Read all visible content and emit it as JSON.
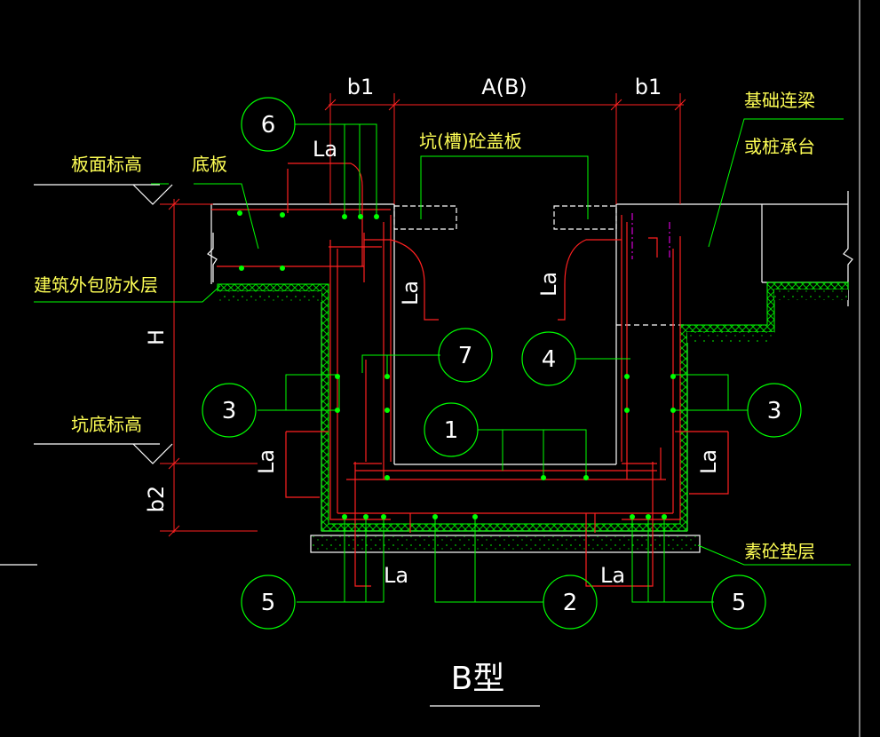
{
  "labels": {
    "b1_left": "b1",
    "a_b": "A(B)",
    "b1_right": "b1",
    "cover_plate": "坑(槽)砼盖板",
    "foundation_beam": "基础连梁",
    "pile_cap": "或桩承台",
    "slab_top_elev": "板面标高",
    "bottom_slab": "底板",
    "waterproof": "建筑外包防水层",
    "h": "H",
    "pit_bottom_elev": "坑底标高",
    "b2": "b2",
    "plain_concrete": "素砼垫层",
    "title": "B型"
  },
  "la": {
    "top_left": "La",
    "left_mid": "La",
    "right_mid": "La",
    "center_left": "La",
    "center_right": "La",
    "bottom_left": "La",
    "bottom_right": "La"
  },
  "callouts": {
    "c6": "6",
    "c7": "7",
    "c4": "4",
    "c3_left": "3",
    "c3_right": "3",
    "c1": "1",
    "c5_left": "5",
    "c2": "2",
    "c5_right": "5"
  },
  "colors": {
    "background": "#000000",
    "structure": "#ffffff",
    "rebar": "#ff2020",
    "leader": "#00ff00",
    "waterproof": "#00ff00",
    "dimension": "#ff2020",
    "text_white": "#ffffff",
    "text_yellow": "#ffff55"
  }
}
